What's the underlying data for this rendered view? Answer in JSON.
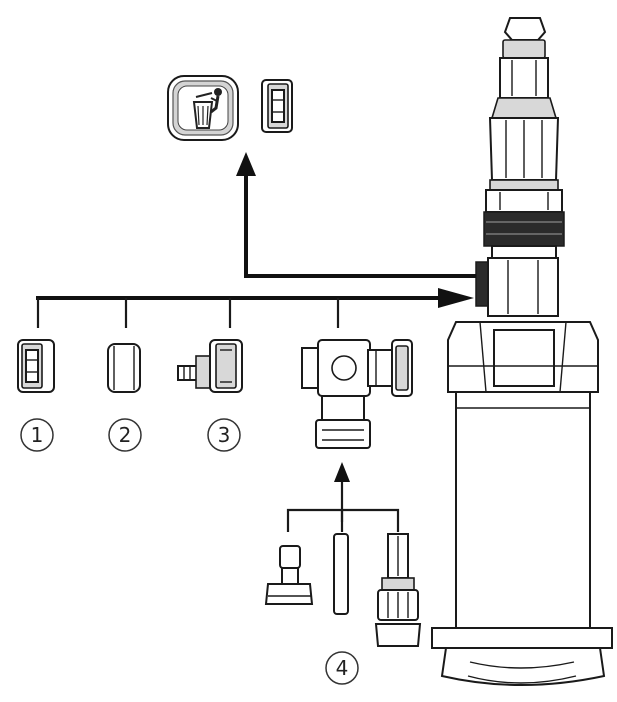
{
  "labels": {
    "item1": "1",
    "item2": "2",
    "item3": "3",
    "item4": "4"
  },
  "icons": {
    "disposal": "trash-bin-icon"
  }
}
